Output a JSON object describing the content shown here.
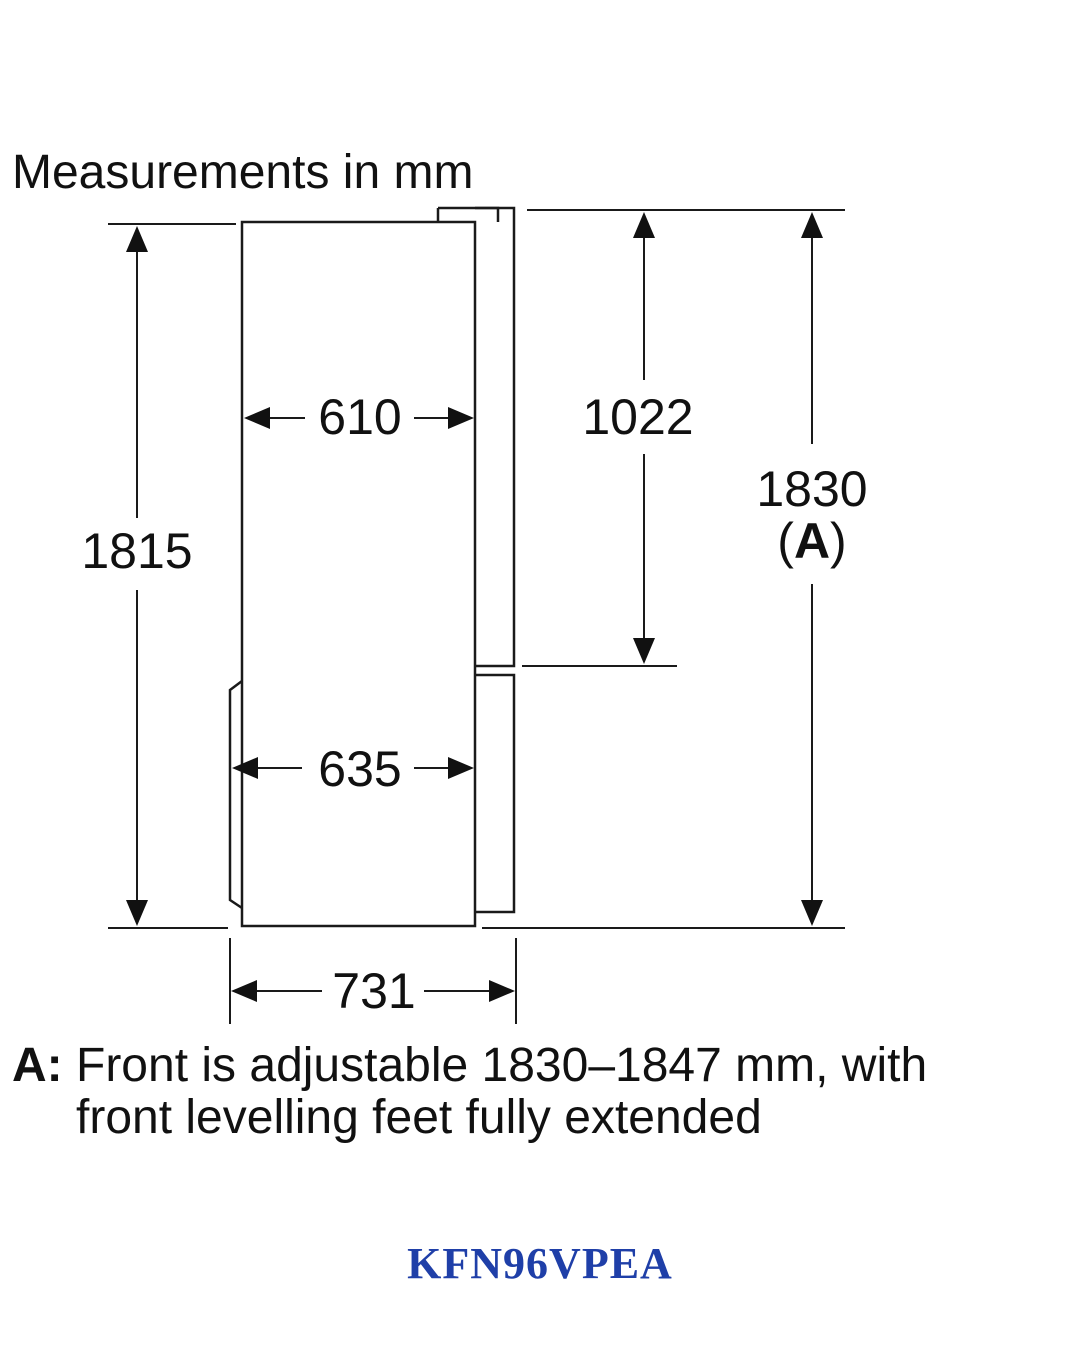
{
  "title": "Measurements in mm",
  "dimensions": {
    "width_top": "610",
    "width_bottom": "635",
    "depth_total": "731",
    "height_body": "1815",
    "height_upper_door": "1022",
    "height_total": "1830",
    "height_total_marker": "(A)"
  },
  "note": {
    "prefix": "A:",
    "line1": "Front is adjustable 1830–1847 mm, with",
    "line2": "front levelling feet fully extended"
  },
  "model": "KFN96VPEA",
  "colors": {
    "model_text": "#1f3fa8",
    "lines": "#1a1a1a"
  }
}
